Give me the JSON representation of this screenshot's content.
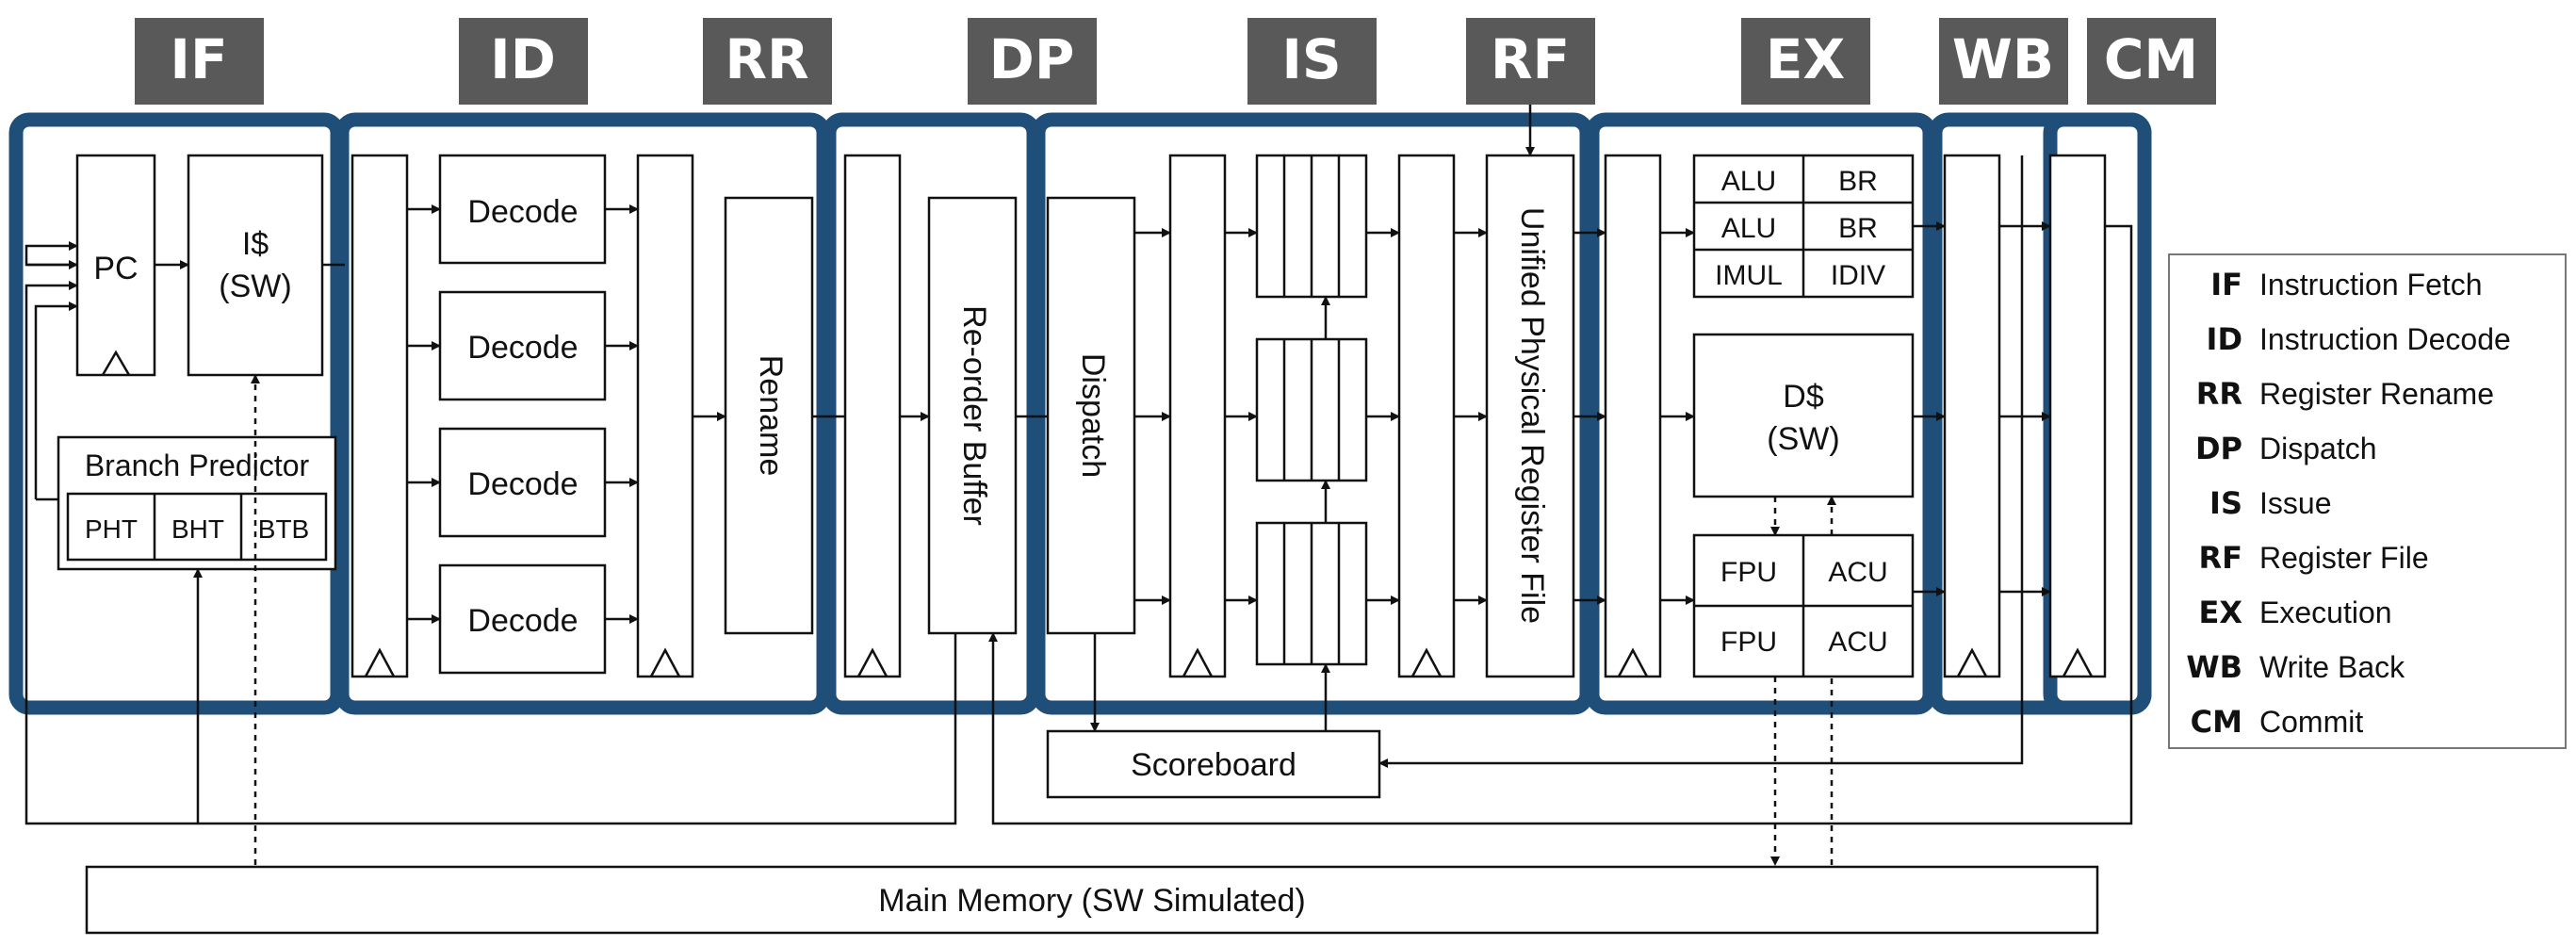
{
  "stages": [
    {
      "abbr": "IF",
      "name": "Instruction Fetch"
    },
    {
      "abbr": "ID",
      "name": "Instruction Decode"
    },
    {
      "abbr": "RR",
      "name": "Register Rename"
    },
    {
      "abbr": "DP",
      "name": "Dispatch"
    },
    {
      "abbr": "IS",
      "name": "Issue"
    },
    {
      "abbr": "RF",
      "name": "Register File"
    },
    {
      "abbr": "EX",
      "name": "Execution"
    },
    {
      "abbr": "WB",
      "name": "Write Back"
    },
    {
      "abbr": "CM",
      "name": "Commit"
    }
  ],
  "blocks": {
    "pc": "PC",
    "icache_line1": "I$",
    "icache_line2": "(SW)",
    "branch_predictor": "Branch Predictor",
    "pht": "PHT",
    "bht": "BHT",
    "btb": "BTB",
    "decode": "Decode",
    "rename": "Rename",
    "reorder_buffer": "Re-order Buffer",
    "dispatch": "Dispatch",
    "register_file": "Unified Physical Register File",
    "alu": "ALU",
    "br": "BR",
    "imul": "IMUL",
    "idiv": "IDIV",
    "dcache_line1": "D$",
    "dcache_line2": "(SW)",
    "fpu": "FPU",
    "acu": "ACU",
    "scoreboard": "Scoreboard",
    "main_memory": "Main Memory (SW Simulated)"
  },
  "colors": {
    "stage_label_bg": "#595959",
    "stage_border": "#1f4e79",
    "line": "#111111"
  }
}
